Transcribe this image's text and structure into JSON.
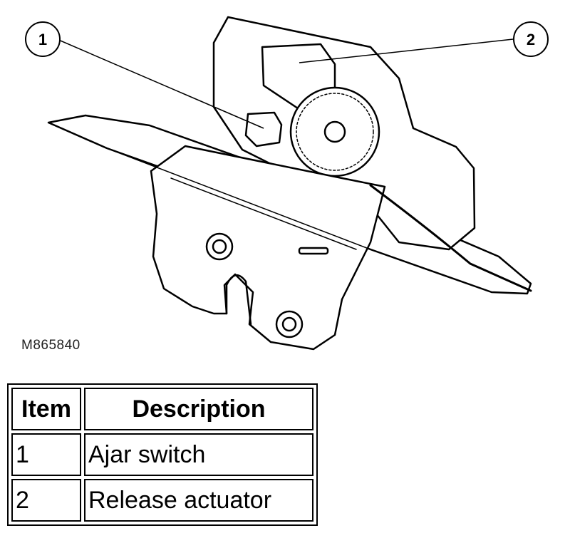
{
  "figure": {
    "callouts": [
      {
        "number": "1"
      },
      {
        "number": "2"
      }
    ],
    "code": "M865840"
  },
  "legend": {
    "headers": {
      "item": "Item",
      "description": "Description"
    },
    "rows": [
      {
        "item": "1",
        "description": "Ajar switch"
      },
      {
        "item": "2",
        "description": "Release actuator"
      }
    ]
  }
}
